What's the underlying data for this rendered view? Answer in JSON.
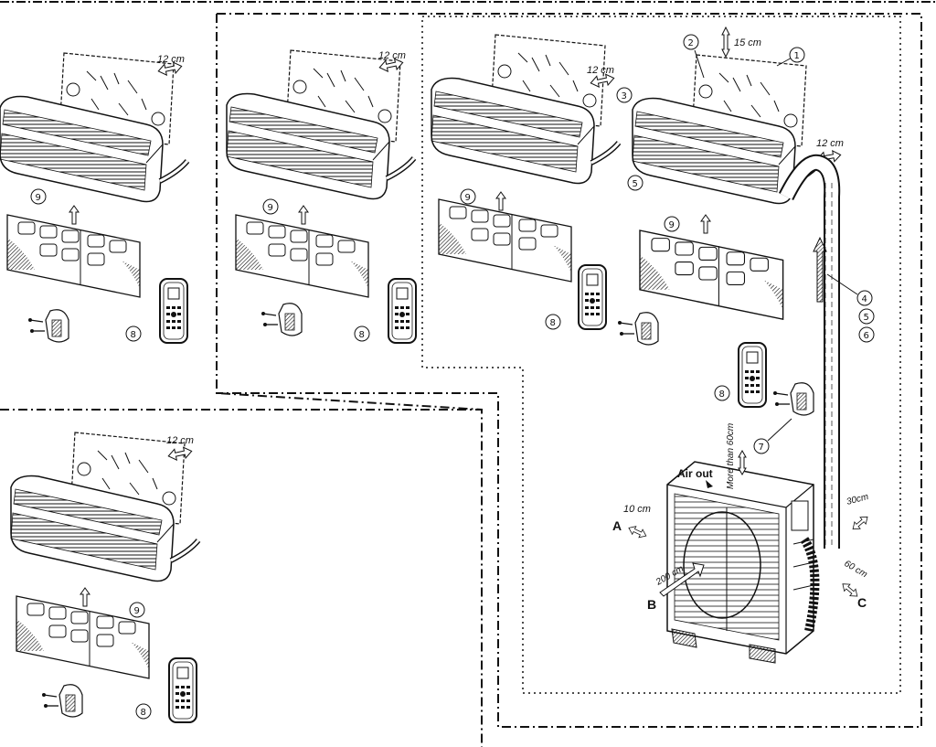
{
  "labels": {
    "dim_12cm": "12 cm",
    "dim_15cm": "15 cm",
    "dim_10cm": "10 cm",
    "dim_30cm": "30cm",
    "dim_60cm": "60 cm",
    "dim_200cm": "200 cm",
    "more_than_60cm": "More than 60cm",
    "air_out": "Air out",
    "point_a": "A",
    "point_b": "B",
    "point_c": "C"
  },
  "callouts": {
    "c1": "1",
    "c2": "2",
    "c3": "3",
    "c4": "4",
    "c5": "5",
    "c6": "6",
    "c7": "7",
    "c8": "8",
    "c9": "9"
  },
  "colors": {
    "ink": "#111111",
    "paper": "#ffffff"
  }
}
